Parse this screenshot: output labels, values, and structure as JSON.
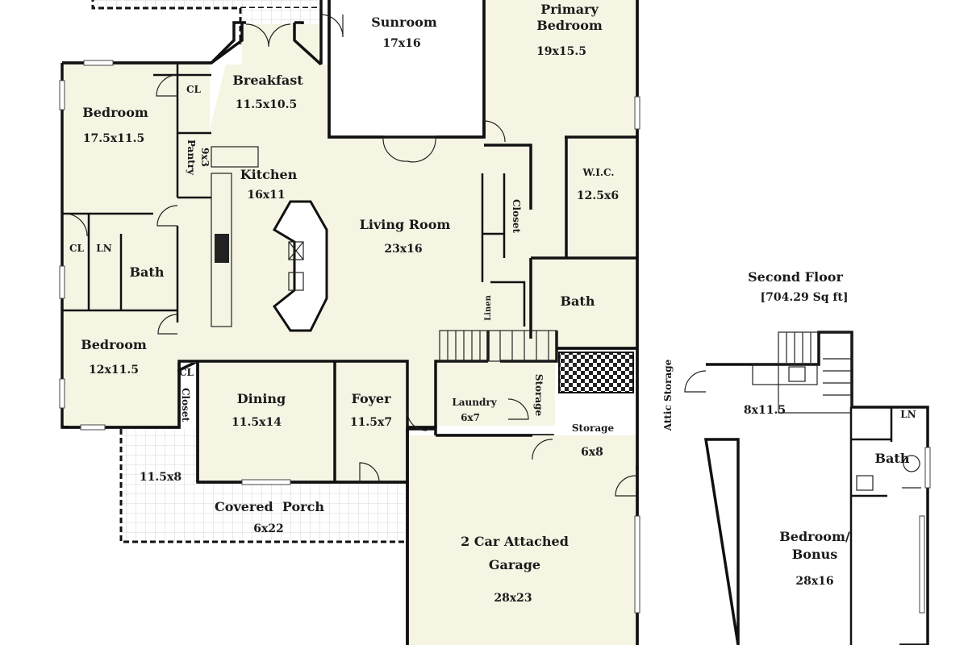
{
  "first_floor": {
    "rooms": {
      "sunroom": {
        "name": "Sunroom",
        "size": "17x16"
      },
      "primary_bedroom": {
        "name1": "Primary",
        "name2": "Bedroom",
        "size": "19x15.5"
      },
      "breakfast": {
        "name": "Breakfast",
        "size": "11.5x10.5"
      },
      "bedroom_1": {
        "name": "Bedroom",
        "size": "17.5x11.5"
      },
      "pantry": {
        "name": "Pantry",
        "size": "9x3"
      },
      "kitchen": {
        "name": "Kitchen",
        "size": "16x11"
      },
      "living_room": {
        "name": "Living Room",
        "size": "23x16"
      },
      "wic": {
        "name": "W.I.C.",
        "size": "12.5x6"
      },
      "closet_primary": {
        "name": "Closet"
      },
      "primary_bath": {
        "name": "Bath"
      },
      "linen": {
        "name": "Linen"
      },
      "hall_bath": {
        "name": "Bath"
      },
      "cl_1": {
        "name": "CL"
      },
      "cl_2": {
        "name": "CL"
      },
      "cl_3": {
        "name": "CL"
      },
      "ln_1": {
        "name": "LN"
      },
      "bedroom_2": {
        "name": "Bedroom",
        "size": "12x11.5"
      },
      "closet_2": {
        "name": "Closet"
      },
      "dining": {
        "name": "Dining",
        "size": "11.5x14"
      },
      "foyer": {
        "name": "Foyer",
        "size": "11.5x7"
      },
      "laundry": {
        "name": "Laundry",
        "size": "6x7"
      },
      "storage_laundry": {
        "name": "Storage"
      },
      "storage": {
        "name": "Storage",
        "size": "6x8"
      },
      "patio": {
        "size": "11.5x8"
      },
      "covered_porch": {
        "name": "Covered  Porch",
        "size": "6x22"
      },
      "garage": {
        "name1": "2 Car Attached",
        "name2": "Garage",
        "size": "28x23"
      }
    }
  },
  "second_floor": {
    "title": "Second Floor",
    "area": "[704.29 Sq ft]",
    "attic": "Attic Storage",
    "rooms": {
      "loft": {
        "size": "8x11.5"
      },
      "ln": {
        "name": "LN"
      },
      "bath": {
        "name": "Bath"
      },
      "bonus": {
        "name1": "Bedroom/",
        "name2": "Bonus",
        "size": "28x16"
      }
    }
  }
}
